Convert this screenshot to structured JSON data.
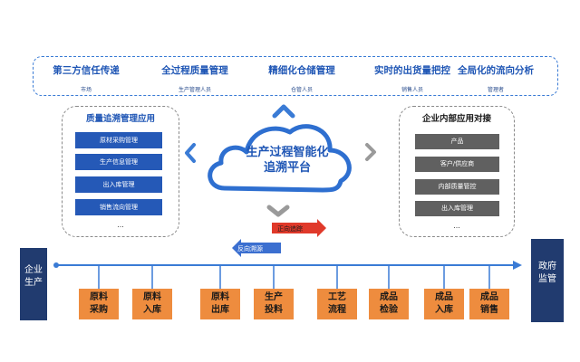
{
  "top_banner": {
    "items": [
      {
        "title": "第三方信任传递",
        "sub": "市场"
      },
      {
        "title": "全过程质量管理",
        "sub": "生产管理人员"
      },
      {
        "title": "精细化仓储管理",
        "sub": "仓管人员"
      },
      {
        "title": "实时的出货量把控",
        "sub": "销售人员"
      },
      {
        "title": "全局化的流向分析",
        "sub": "管理者"
      }
    ]
  },
  "left_panel": {
    "title": "质量追溯管理应用",
    "items": [
      "原材采购管理",
      "生产信息管理",
      "出入库管理",
      "销售流向管理"
    ],
    "more": "..."
  },
  "right_panel": {
    "title": "企业内部应用对接",
    "items": [
      "产品",
      "客户/供应商",
      "内部质量管控",
      "出入库管理"
    ],
    "more": "..."
  },
  "platform": {
    "line1": "生产过程智能化",
    "line2": "追溯平台"
  },
  "flows": {
    "forward": "正向追踪",
    "backward": "反向溯源"
  },
  "left_block": {
    "line1": "企业",
    "line2": "生产"
  },
  "right_block": {
    "line1": "政府",
    "line2": "监管"
  },
  "process_steps": [
    {
      "l1": "原料",
      "l2": "采购"
    },
    {
      "l1": "原料",
      "l2": "入库"
    },
    {
      "l1": "原料",
      "l2": "出库"
    },
    {
      "l1": "生产",
      "l2": "投料"
    },
    {
      "l1": "工艺",
      "l2": "流程"
    },
    {
      "l1": "成品",
      "l2": "检验"
    },
    {
      "l1": "成品",
      "l2": "入库"
    },
    {
      "l1": "成品",
      "l2": "销售"
    }
  ],
  "colors": {
    "primary_blue": "#1f56b5",
    "box_blue": "#2559b7",
    "box_gray": "#606060",
    "navy": "#213b6f",
    "orange": "#ee8c3e",
    "flow_red": "#e0392a",
    "flow_blue": "#3b6fd0"
  }
}
